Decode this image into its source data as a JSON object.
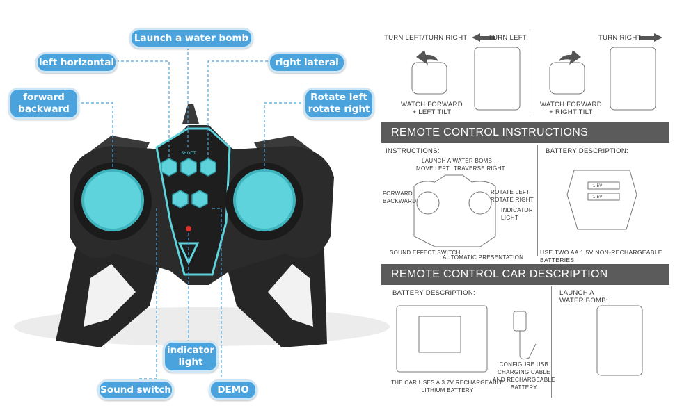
{
  "callouts": {
    "launch_water_bomb": "Launch a water bomb",
    "left_horizontal": "left horizontal",
    "right_lateral": "right lateral",
    "forward_backward": "forward\nbackward",
    "rotate": "Rotate left\nrotate right",
    "indicator_light": "indicator\nlight",
    "sound_switch": "Sound switch",
    "demo": "DEMO"
  },
  "remote_buttons": {
    "shoot": "SHOOT"
  },
  "manual": {
    "turn_heading": "TURN LEFT/TURN RIGHT",
    "turn_left": "TURN LEFT",
    "turn_right": "TURN RIGHT",
    "watch_forward_left": "WATCH FORWARD\n+ LEFT TILT",
    "watch_forward_right": "WATCH FORWARD\n+ RIGHT TILT",
    "section1_title": "REMOTE CONTROL INSTRUCTIONS",
    "instructions_label": "INSTRUCTIONS:",
    "battery_label_1": "BATTERY DESCRIPTION:",
    "launch_a_water_bomb": "LAUNCH A WATER BOMB",
    "move_left": "MOVE LEFT",
    "traverse_right": "TRAVERSE RIGHT",
    "forward_backward": "FORWARD\nBACKWARD",
    "rotate_left_right": "ROTATE LEFT\nROTATE RIGHT",
    "indicator_light": "INDICATOR\nLIGHT",
    "sound_effect_switch": "SOUND EFFECT SWITCH",
    "automatic_presentation": "AUTOMATIC PRESENTATION",
    "battery_note": "USE TWO AA 1.5V NON-RECHARGEABLE BATTERIES",
    "battery_cell": "1.5V",
    "section2_title": "REMOTE CONTROL CAR DESCRIPTION",
    "battery_label_2": "BATTERY DESCRIPTION:",
    "launch_water_bomb_2": "LAUNCH A\nWATER BOMB:",
    "car_battery_note": "THE CAR USES A 3.7V RECHARGEABLE\nLITHIUM BATTERY",
    "usb_note": "CONFIGURE USB\nCHARGING CABLE\nAND RECHARGEABLE\nBATTERY"
  },
  "colors": {
    "callout_blue": "#4aa3dc",
    "accent_teal": "#5fd3dc",
    "controller_body": "#2b2b2b",
    "header_grey": "#5b5b5b"
  }
}
